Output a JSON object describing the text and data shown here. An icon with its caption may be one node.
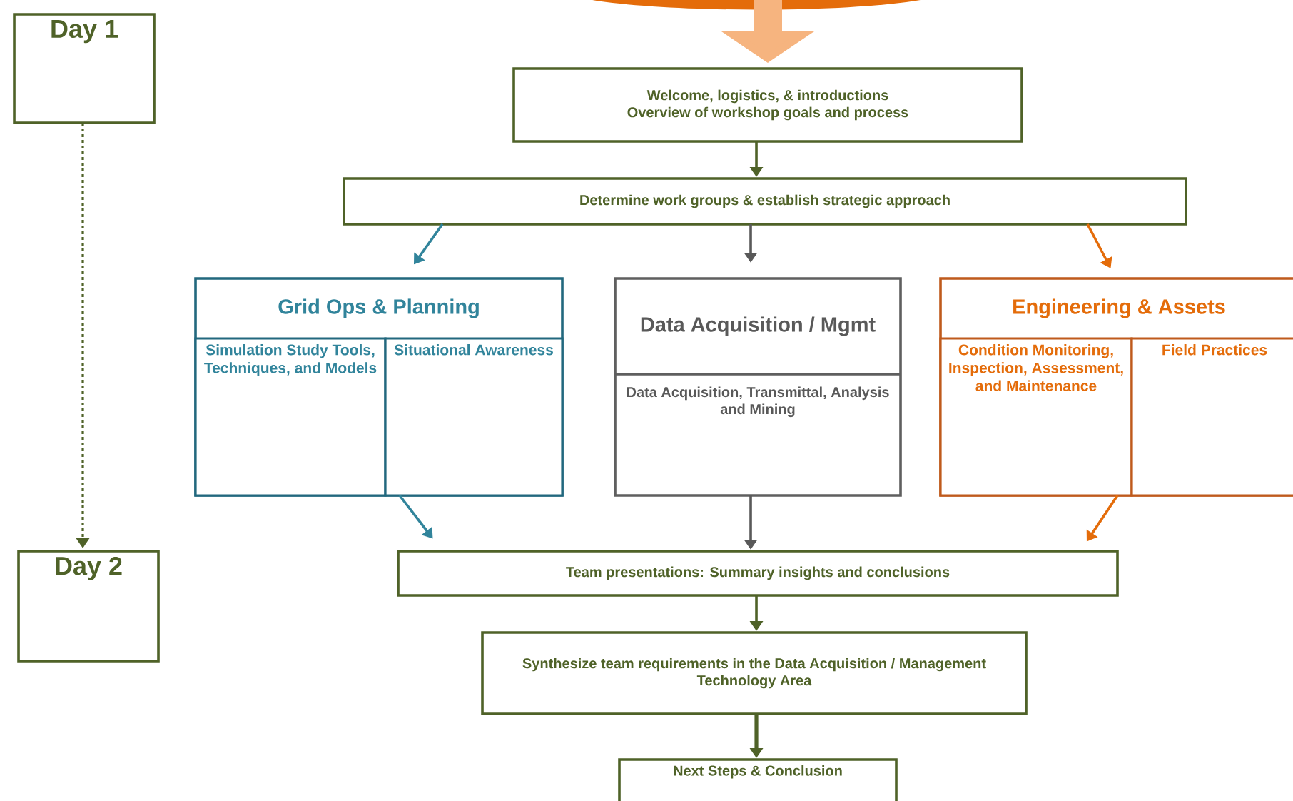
{
  "diagram": {
    "nodes": [
      {
        "text": [
          "Day 1"
        ]
      },
      {
        "text": [
          "Day 2"
        ]
      },
      {
        "text": [
          "Welcome, logistics, & introductions",
          "Overview of workshop goals and process"
        ]
      },
      {
        "text": [
          "Determine work groups & establish strategic approach"
        ]
      },
      {
        "text": [
          "Grid Ops & Planning"
        ]
      },
      {
        "text": [
          "Simulation Study Tools, Techniques, and Models"
        ],
        "in": 4
      },
      {
        "text": [
          "Situational Awareness"
        ],
        "in": 4
      },
      {
        "text": [
          "Data Acquisition / Mgmt",
          "Data Acquisition, Transmittal, Analysis and Mining"
        ]
      },
      {
        "text": [
          "Engineering & Assets"
        ]
      },
      {
        "text": [
          "Condition Monitoring, Inspection, Assessment, and Maintenance"
        ],
        "in": 8
      },
      {
        "text": [
          "Field Practices"
        ],
        "in": 8
      },
      {
        "text": [
          "Team presentations: Summary insights and conclusions"
        ]
      },
      {
        "text": [
          "Synthesize team requirements in the Data Acquisition / Management Technology Area"
        ]
      },
      {
        "text": [
          "Next Steps  & Conclusion"
        ]
      }
    ],
    "edges": [
      {
        "from": null,
        "to": 2,
        "arrow": "to",
        "style": "thick",
        "color": "#f6b47f"
      },
      {
        "from": 0,
        "to": 1,
        "arrow": "to",
        "style": "dashed"
      },
      {
        "from": 2,
        "to": 3,
        "arrow": "to"
      },
      {
        "from": 3,
        "to": 4,
        "arrow": "to",
        "color": "#31849b"
      },
      {
        "from": 3,
        "to": 7,
        "arrow": "to",
        "color": "#595959"
      },
      {
        "from": 3,
        "to": 8,
        "arrow": "to",
        "color": "#e46c0a"
      },
      {
        "from": 4,
        "to": 11,
        "arrow": "to",
        "color": "#31849b"
      },
      {
        "from": 7,
        "to": 11,
        "arrow": "to",
        "color": "#595959"
      },
      {
        "from": 8,
        "to": 11,
        "arrow": "to",
        "color": "#e46c0a"
      },
      {
        "from": 11,
        "to": 12,
        "arrow": "to"
      },
      {
        "from": 12,
        "to": 13,
        "arrow": "to"
      }
    ]
  }
}
